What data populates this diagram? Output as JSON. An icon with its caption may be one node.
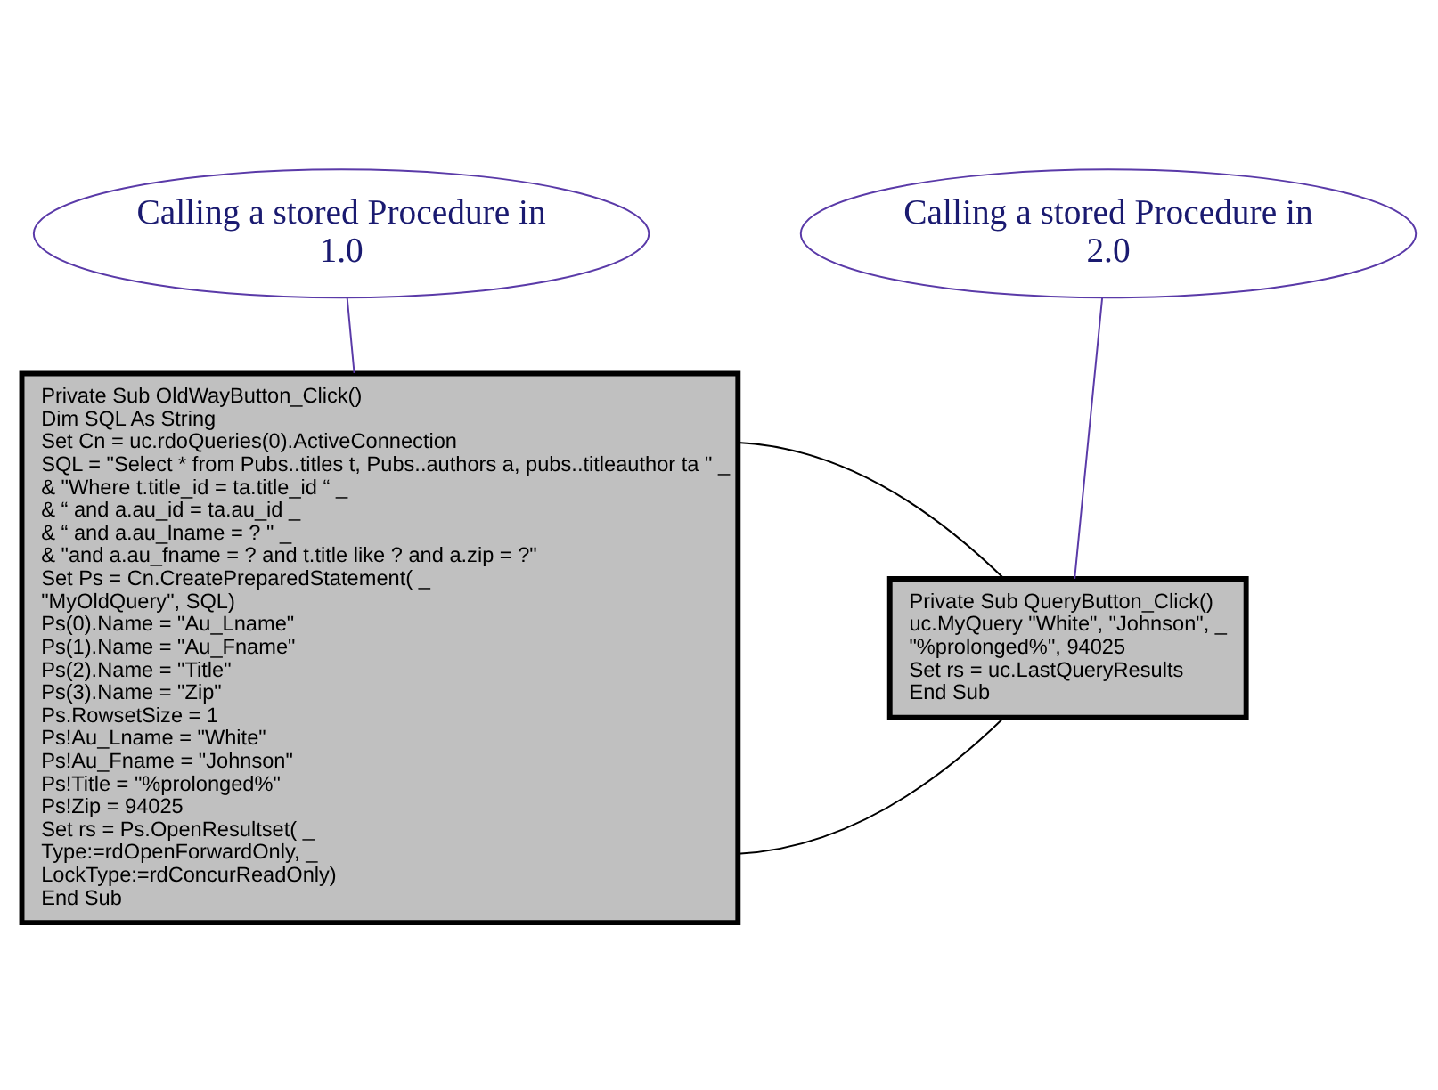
{
  "diagram": {
    "nodes": [
      {
        "text": [
          "Calling a stored Procedure in 1.0"
        ]
      },
      {
        "text": [
          "Private Sub OldWayButton_Click()",
          "Dim SQL As String",
          "Set Cn = uc.rdoQueries(0).ActiveConnection",
          "SQL = \"Select * from Pubs..titles t, Pubs..authors a, pubs..titleauthor ta \" _",
          "& \"Where t.title_id = ta.title_id “ _",
          "& “ and a.au_id = ta.au_id _",
          "& “ and a.au_lname = ? \" _",
          "& \"and a.au_fname = ? and t.title like ? and a.zip = ?\"",
          "Set Ps = Cn.CreatePreparedStatement( _",
          "\"MyOldQuery\", SQL)",
          "Ps(0).Name = \"Au_Lname\"",
          "Ps(1).Name = \"Au_Fname\"",
          "Ps(2).Name = \"Title\"",
          "Ps(3).Name = \"Zip\"",
          "Ps.RowsetSize = 1",
          "Ps!Au_Lname = \"White\"",
          "Ps!Au_Fname = \"Johnson\"",
          "Ps!Title = \"%prolonged%\"",
          "Ps!Zip = 94025",
          "Set rs = Ps.OpenResultset( _",
          "Type:=rdOpenForwardOnly, _",
          "LockType:=rdConcurReadOnly)",
          "End Sub"
        ]
      },
      {
        "text": [
          "Calling a stored Procedure in 2.0"
        ]
      },
      {
        "text": [
          "Private Sub QueryButton_Click()",
          "uc.MyQuery \"White\", \"Johnson\", _",
          "\"%prolonged%\", 94025",
          "Set rs = uc.LastQueryResults",
          "End Sub"
        ]
      }
    ],
    "edges": [
      {
        "from": 0,
        "to": 1,
        "arrow": "none",
        "color": "#5a3aa8"
      },
      {
        "from": 2,
        "to": 3,
        "arrow": "none",
        "color": "#5a3aa8"
      },
      {
        "from": 1,
        "to": 3,
        "arrow": "none",
        "color": "#000000"
      },
      {
        "from": 1,
        "to": 3,
        "arrow": "none",
        "color": "#000000"
      }
    ]
  }
}
